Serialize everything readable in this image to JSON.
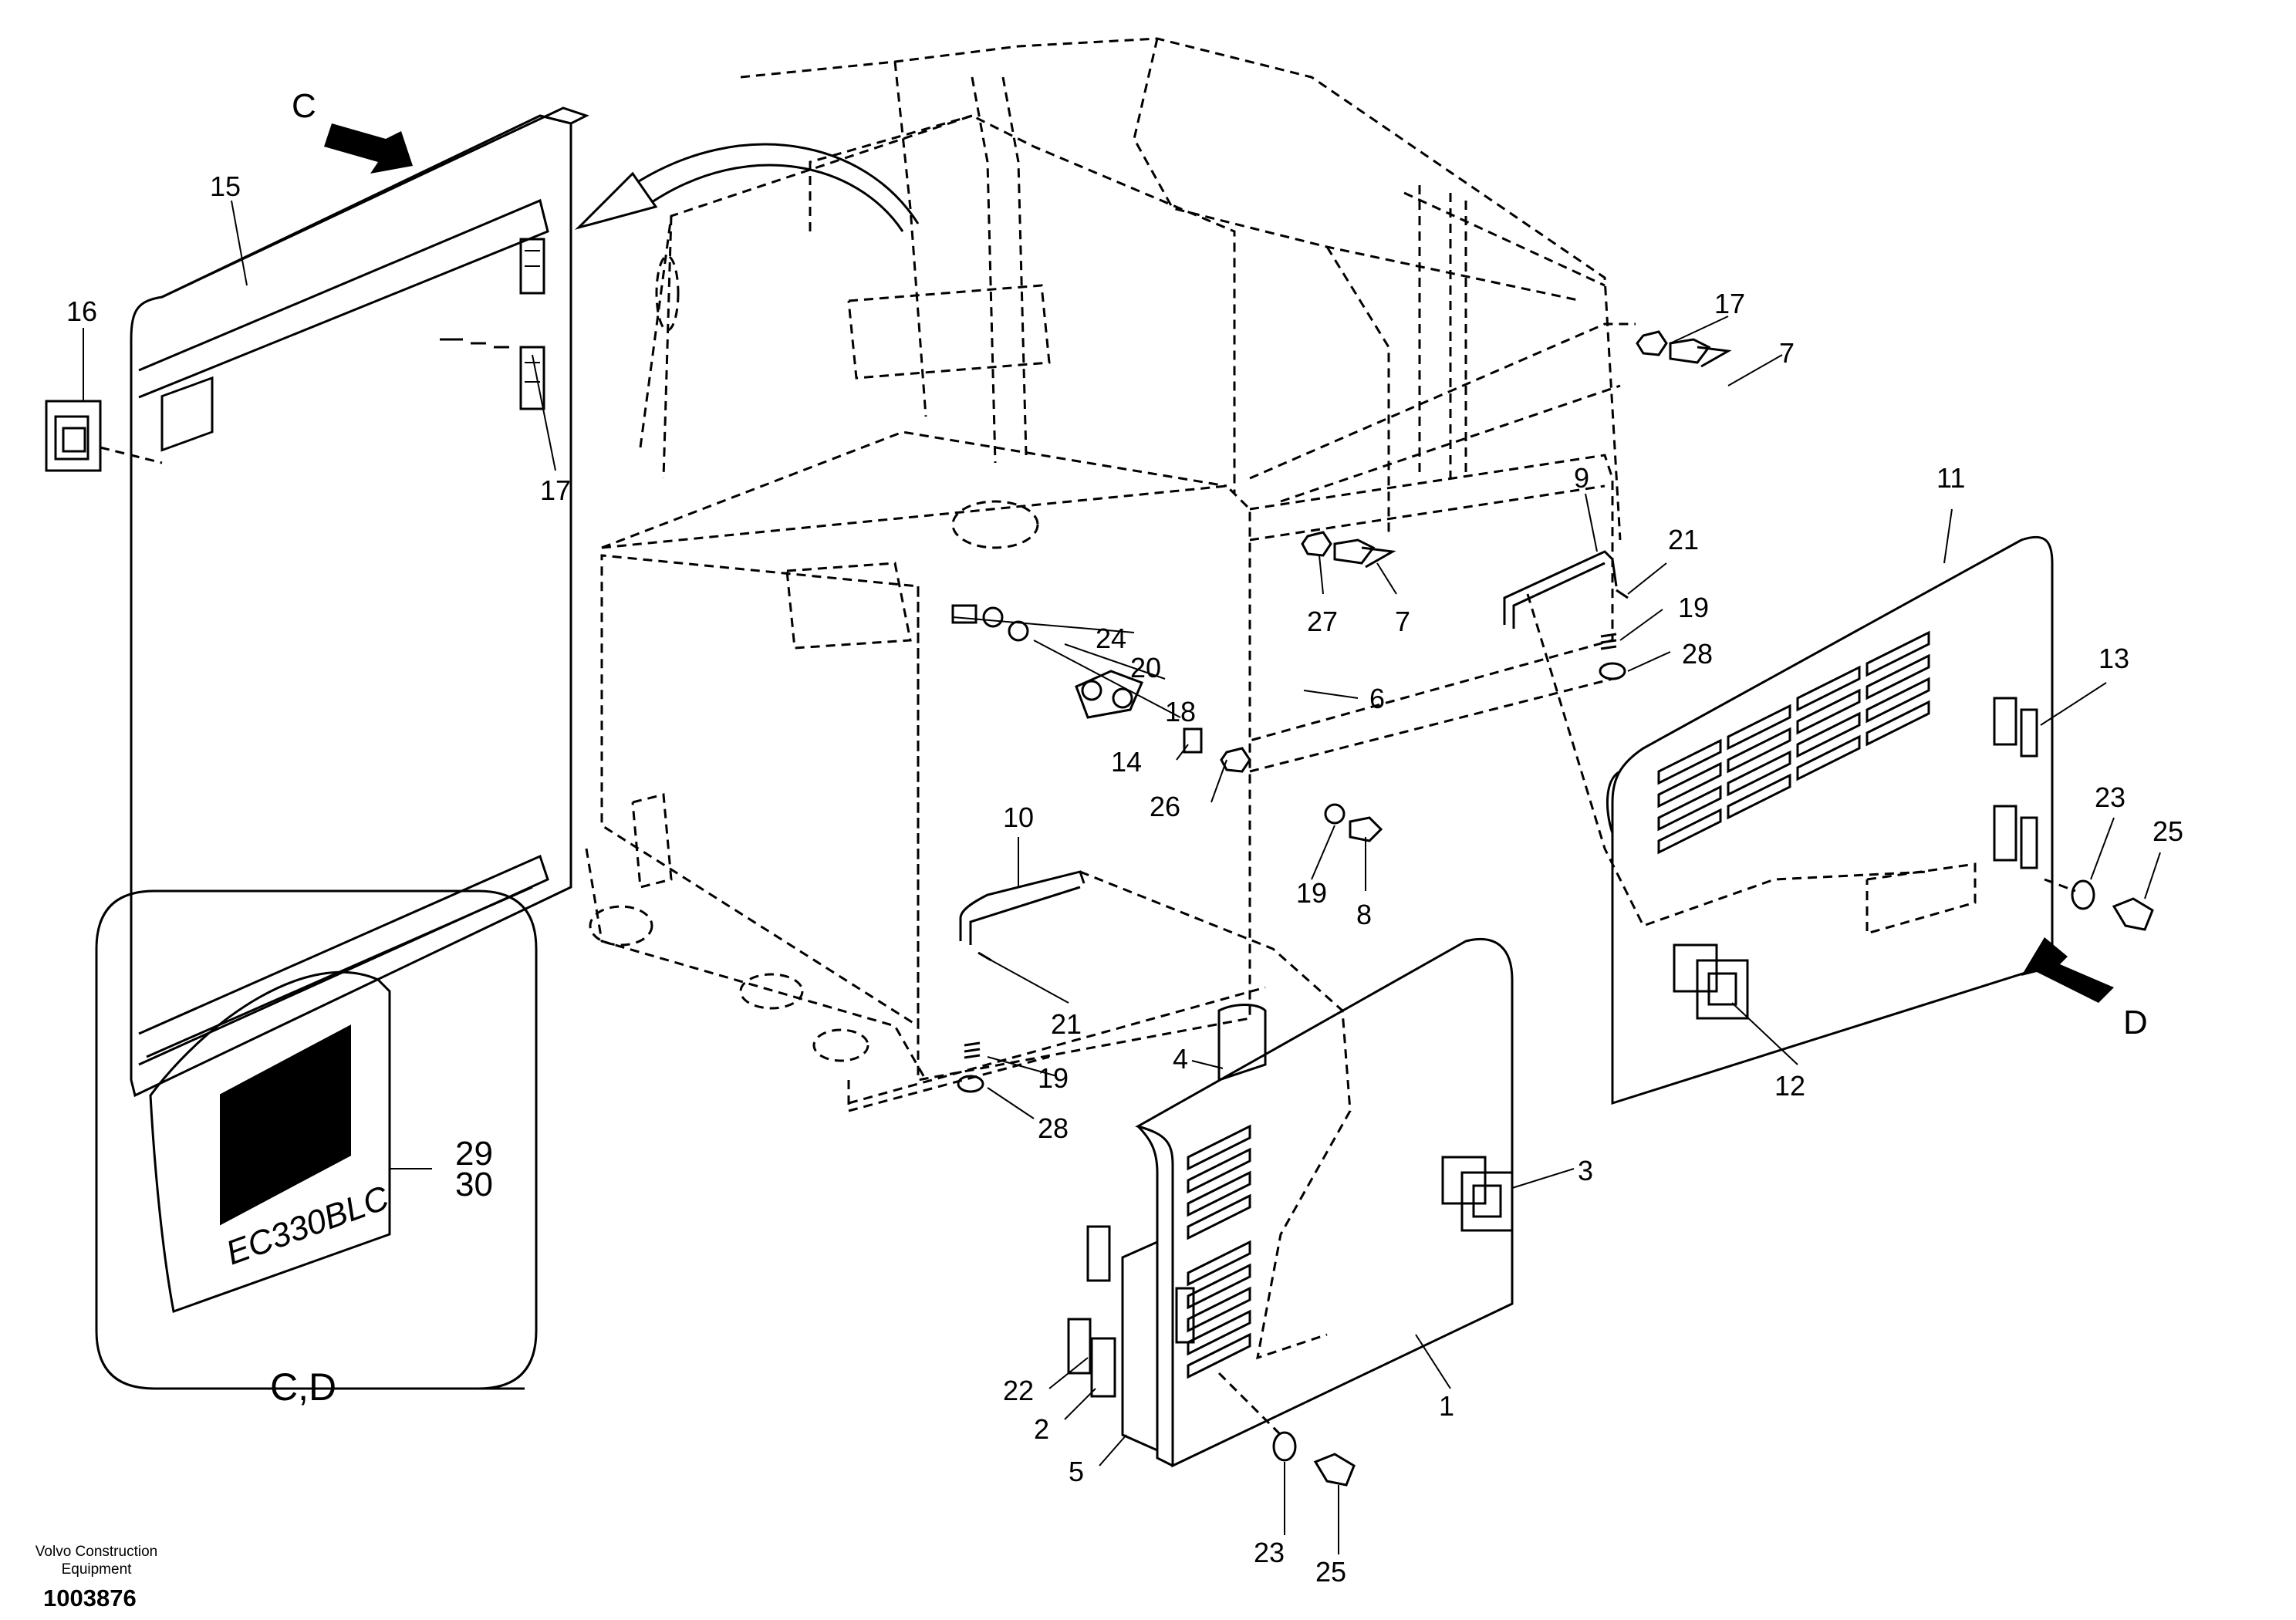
{
  "diagram": {
    "view_labels": {
      "c": "C",
      "d": "D",
      "inset_caption": "C,D"
    },
    "callouts": [
      {
        "key": "p15",
        "text": "15"
      },
      {
        "key": "p16",
        "text": "16"
      },
      {
        "key": "p17a",
        "text": "17"
      },
      {
        "key": "p17b",
        "text": "17"
      },
      {
        "key": "p7a",
        "text": "7"
      },
      {
        "key": "p7b",
        "text": "7"
      },
      {
        "key": "p27",
        "text": "27"
      },
      {
        "key": "p24",
        "text": "24"
      },
      {
        "key": "p20",
        "text": "20"
      },
      {
        "key": "p18",
        "text": "18"
      },
      {
        "key": "p6",
        "text": "6"
      },
      {
        "key": "p14",
        "text": "14"
      },
      {
        "key": "p26",
        "text": "26"
      },
      {
        "key": "p19a",
        "text": "19"
      },
      {
        "key": "p8",
        "text": "8"
      },
      {
        "key": "p9",
        "text": "9"
      },
      {
        "key": "p21a",
        "text": "21"
      },
      {
        "key": "p19b",
        "text": "19"
      },
      {
        "key": "p28a",
        "text": "28"
      },
      {
        "key": "p11",
        "text": "11"
      },
      {
        "key": "p13",
        "text": "13"
      },
      {
        "key": "p23a",
        "text": "23"
      },
      {
        "key": "p25a",
        "text": "25"
      },
      {
        "key": "p12",
        "text": "12"
      },
      {
        "key": "p10",
        "text": "10"
      },
      {
        "key": "p21b",
        "text": "21"
      },
      {
        "key": "p19c",
        "text": "19"
      },
      {
        "key": "p28b",
        "text": "28"
      },
      {
        "key": "p4",
        "text": "4"
      },
      {
        "key": "p3",
        "text": "3"
      },
      {
        "key": "p29",
        "text": "29"
      },
      {
        "key": "p30",
        "text": "30"
      },
      {
        "key": "p1",
        "text": "1"
      },
      {
        "key": "p22",
        "text": "22"
      },
      {
        "key": "p2",
        "text": "2"
      },
      {
        "key": "p5",
        "text": "5"
      },
      {
        "key": "p23b",
        "text": "23"
      },
      {
        "key": "p25b",
        "text": "25"
      }
    ],
    "decal_text": "EC330BLC"
  },
  "footer": {
    "company_line1": "Volvo Construction",
    "company_line2": "Equipment",
    "drawing_number": "1003876"
  }
}
